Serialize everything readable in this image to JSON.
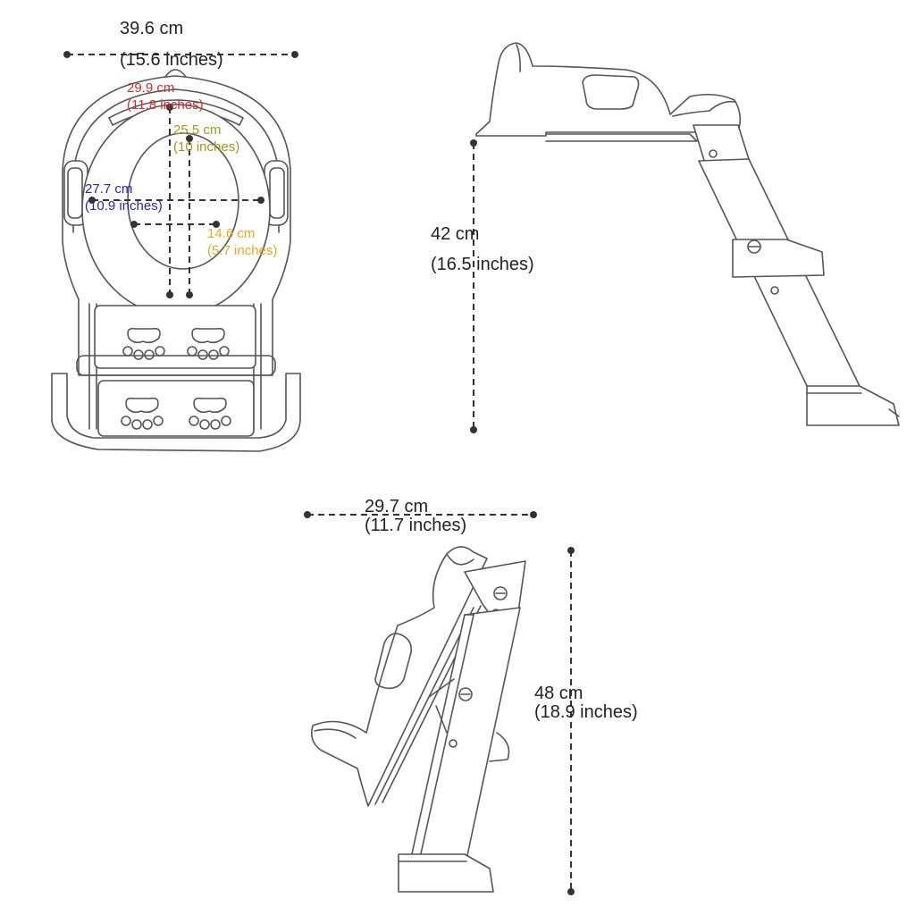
{
  "dimensions": {
    "overall_width": {
      "metric": "39.6 cm",
      "imperial": "(15.6 inches)"
    },
    "seat_outer_width": {
      "metric": "29.9 cm",
      "imperial": "(11.8 inches)",
      "color": "#d42a2a"
    },
    "seat_opening_length": {
      "metric": "25.5 cm",
      "imperial": "(10 inches)",
      "color": "#9a9a1a"
    },
    "seat_inner_width": {
      "metric": "27.7 cm",
      "imperial": "(10.9 inches)",
      "color": "#2a22b8"
    },
    "opening_width": {
      "metric": "14.6 cm",
      "imperial": "(5.7 inches)",
      "color": "#e8a81a"
    },
    "seat_height": {
      "metric": "42 cm",
      "imperial": "(16.5 inches)"
    },
    "folded_depth": {
      "metric": "29.7 cm",
      "imperial": "(11.7 inches)"
    },
    "folded_height": {
      "metric": "48 cm",
      "imperial": "(18.9 inches)"
    }
  }
}
